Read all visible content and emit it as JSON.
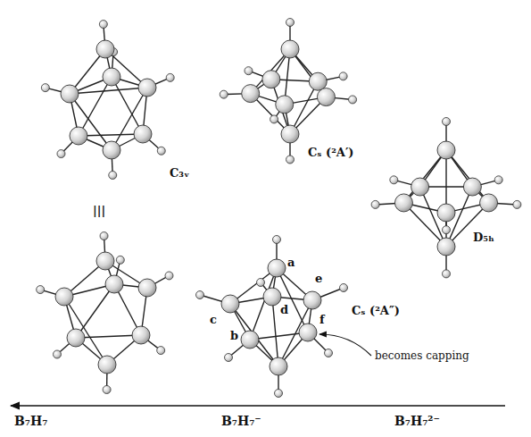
{
  "diagram": {
    "labels": [
      "C₃ᵥ",
      "Cₛ (²A′)",
      "D₅ₕ",
      "|||",
      "a",
      "b",
      "c",
      "d",
      "e",
      "f",
      "Cₛ (²A″)",
      "becomes capping",
      "B₇H₇",
      "B₇H₇⁻",
      "B₇H₇²⁻"
    ]
  }
}
